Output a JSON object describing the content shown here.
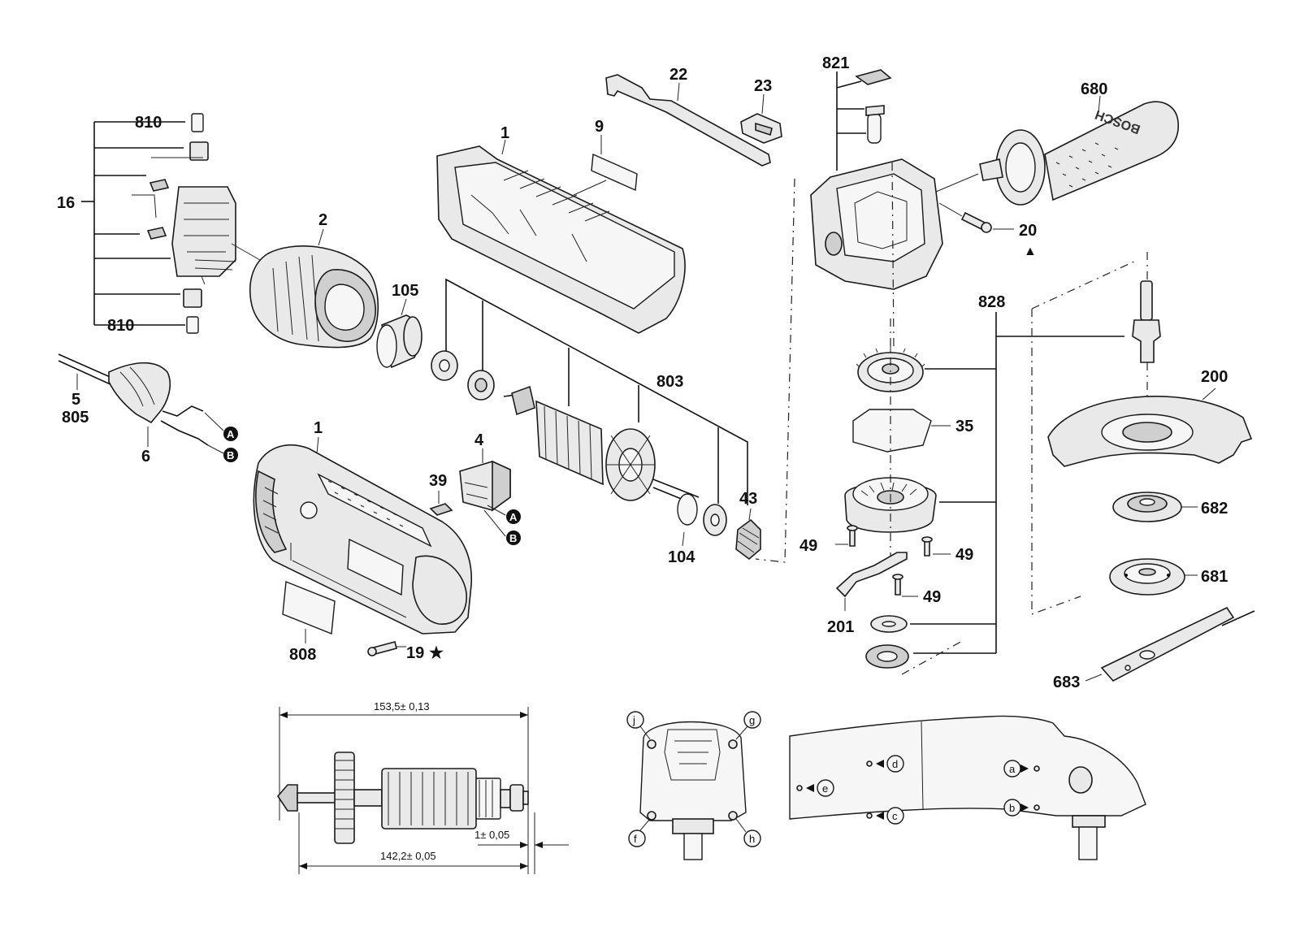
{
  "labels": {
    "l810a": "810",
    "l810b": "810",
    "l16": "16",
    "l5": "5",
    "l805": "805",
    "l6": "6",
    "l2": "2",
    "l105": "105",
    "l1a": "1",
    "l9": "9",
    "l22": "22",
    "l23": "23",
    "l821": "821",
    "l680": "680",
    "l20": "20",
    "l828": "828",
    "l200": "200",
    "l803": "803",
    "l35": "35",
    "l1b": "1",
    "l4": "4",
    "l39": "39",
    "l43": "43",
    "l104": "104",
    "l49a": "49",
    "l49b": "49",
    "l49c": "49",
    "l682": "682",
    "l681": "681",
    "l201": "201",
    "l808": "808",
    "l19": "19",
    "l683": "683"
  },
  "symbols": {
    "star": "★",
    "triangle": "▲"
  },
  "connector_badges": {
    "a1": "A",
    "b1": "B",
    "a2": "A",
    "b2": "B"
  },
  "dimensions": {
    "total_length": "153,5± 0,13",
    "offset": "1± 0,05",
    "shaft_length": "142,2± 0,05"
  },
  "screw_points": {
    "j": "j",
    "g": "g",
    "f": "f",
    "h": "h",
    "d": "d",
    "e": "e",
    "c": "c",
    "a": "a",
    "b": "b"
  },
  "brand_text": "BOSCH"
}
